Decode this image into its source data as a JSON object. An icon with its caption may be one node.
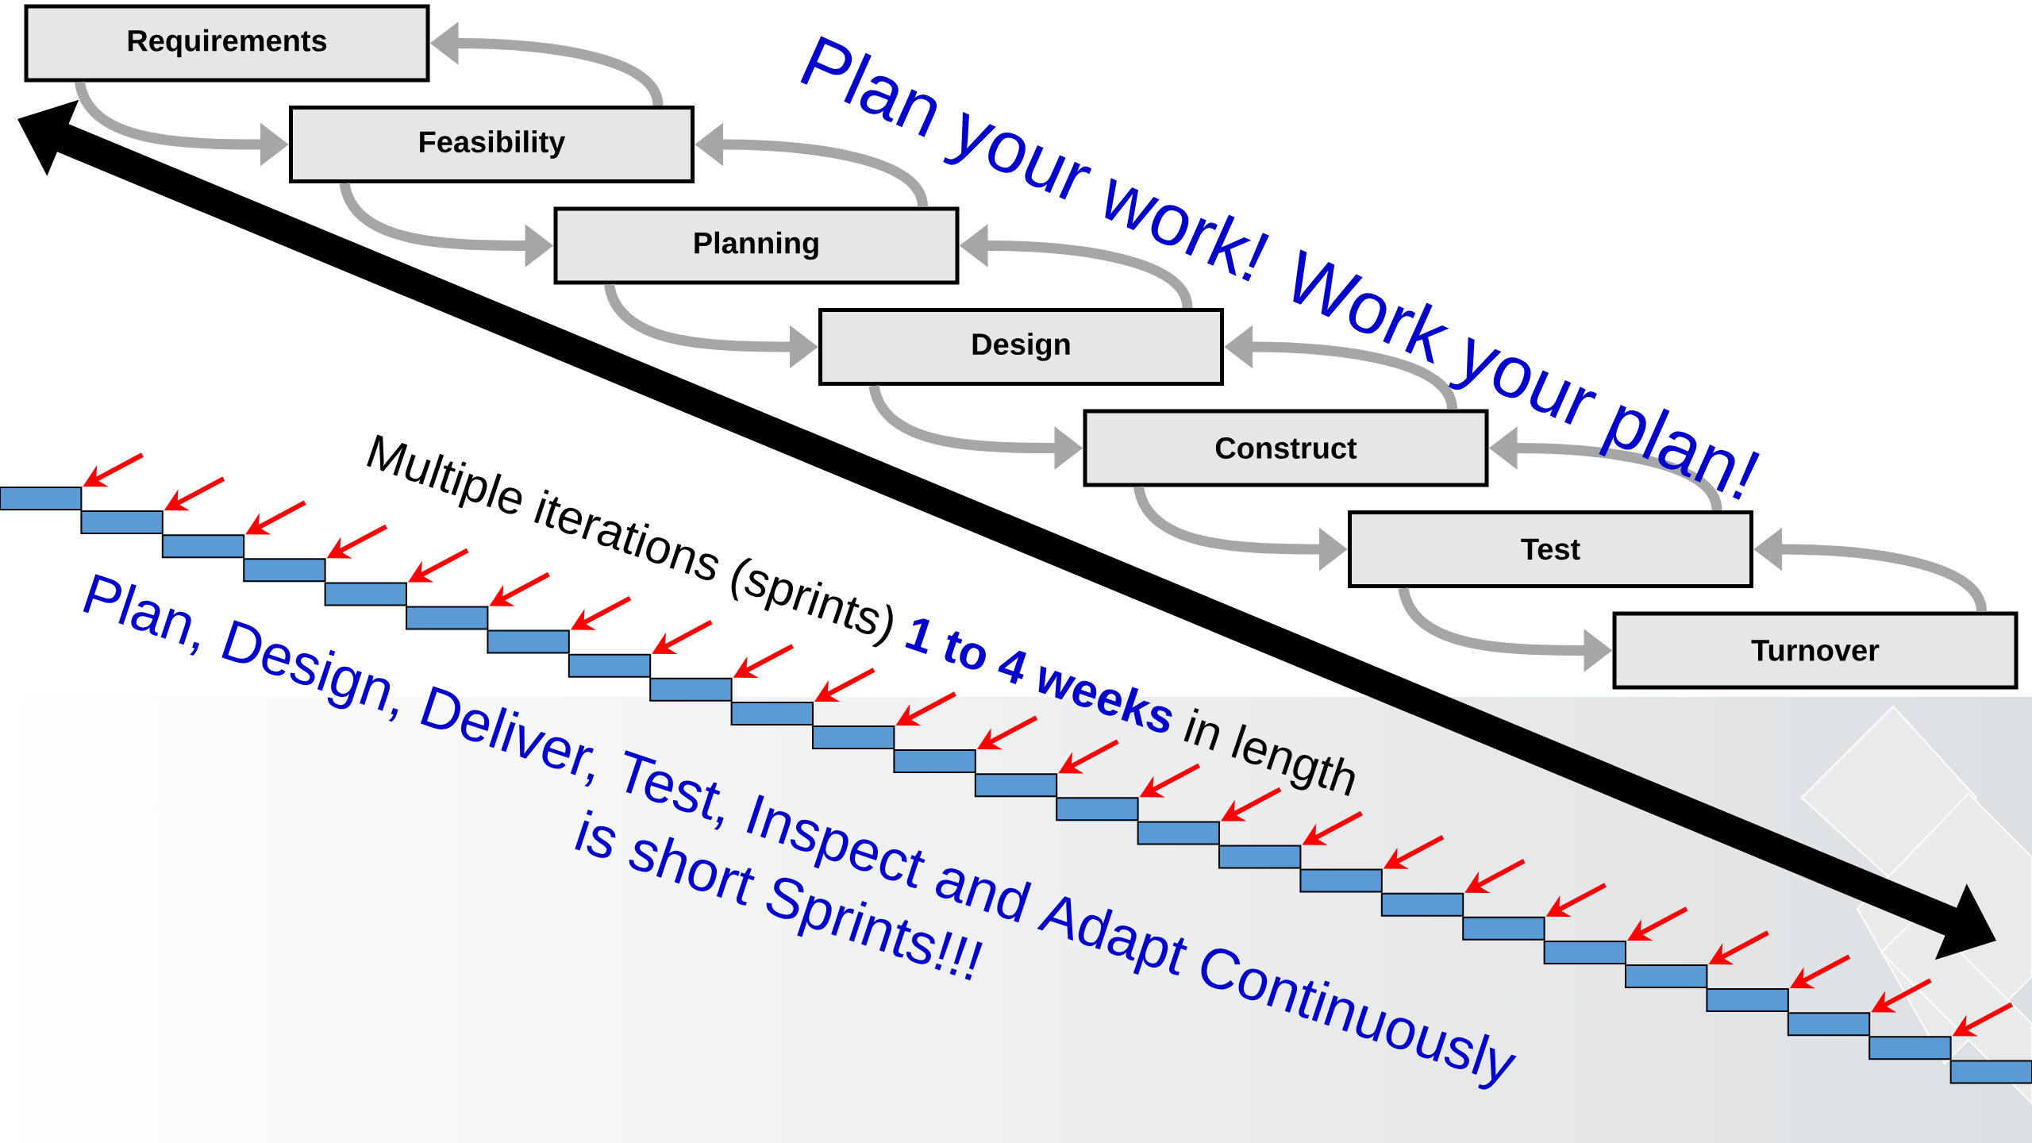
{
  "diagram": {
    "title": "Plan your work! Work your plan!",
    "nodes": [
      {
        "text": [
          "Requirements"
        ]
      },
      {
        "text": [
          "Feasibility"
        ]
      },
      {
        "text": [
          "Planning"
        ]
      },
      {
        "text": [
          "Design"
        ]
      },
      {
        "text": [
          "Construct"
        ]
      },
      {
        "text": [
          "Test"
        ]
      },
      {
        "text": [
          "Turnover"
        ]
      }
    ],
    "edges": [
      {
        "from": 0,
        "to": 1,
        "arrow": "to"
      },
      {
        "from": 1,
        "to": 0,
        "arrow": "to"
      },
      {
        "from": 1,
        "to": 2,
        "arrow": "to"
      },
      {
        "from": 2,
        "to": 1,
        "arrow": "to"
      },
      {
        "from": 2,
        "to": 3,
        "arrow": "to"
      },
      {
        "from": 3,
        "to": 2,
        "arrow": "to"
      },
      {
        "from": 3,
        "to": 4,
        "arrow": "to"
      },
      {
        "from": 4,
        "to": 3,
        "arrow": "to"
      },
      {
        "from": 4,
        "to": 5,
        "arrow": "to"
      },
      {
        "from": 5,
        "to": 4,
        "arrow": "to"
      },
      {
        "from": 5,
        "to": 6,
        "arrow": "to"
      },
      {
        "from": 6,
        "to": 5,
        "arrow": "to"
      }
    ],
    "labels": [
      "Multiple iterations (sprints)",
      "1 to 4 weeks",
      "in length",
      "Plan, Design, Deliver, Test, Inspect and Adapt Continuously",
      "is short Sprints!!!"
    ]
  }
}
